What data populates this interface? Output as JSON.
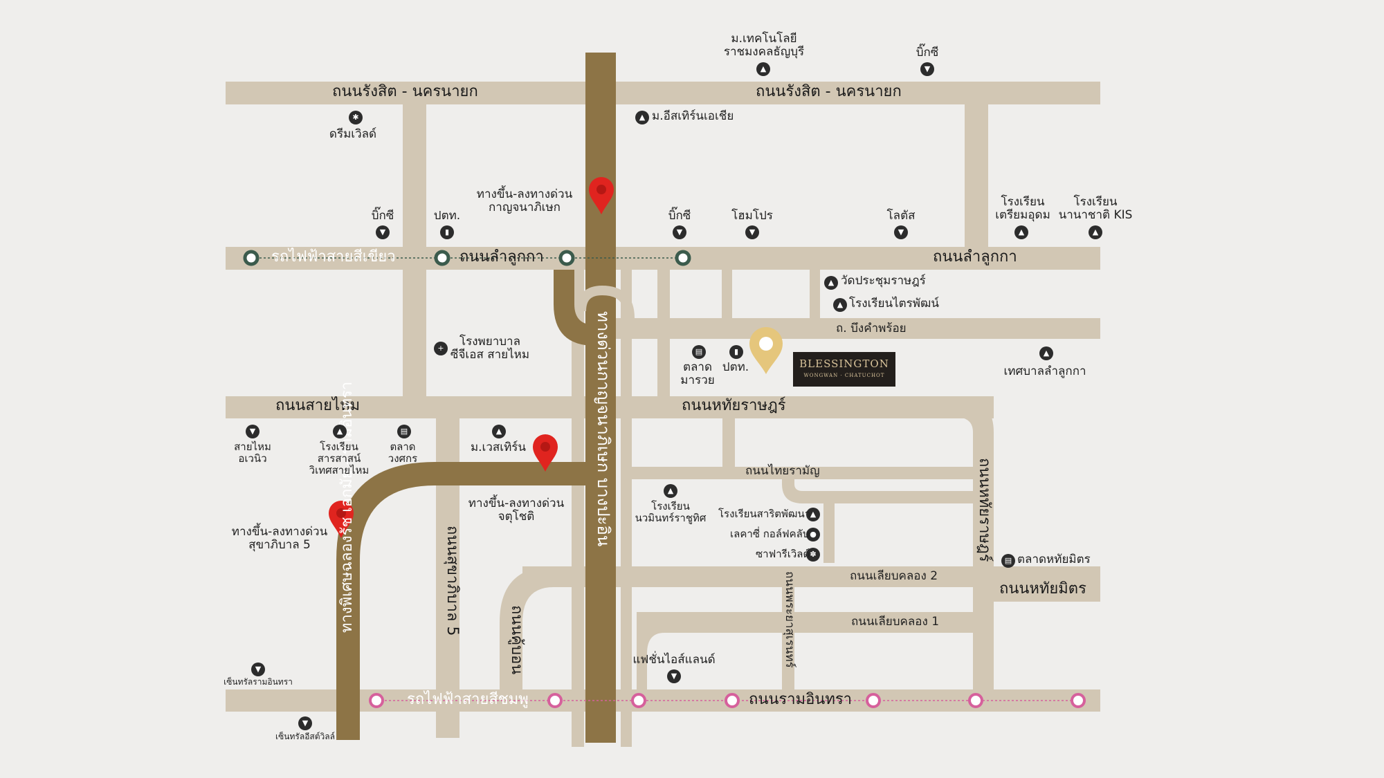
{
  "colors": {
    "background": "#efeeec",
    "road": "#d2c7b4",
    "expressway": "#8d7446",
    "green_line": "#3b5b4c",
    "pink_line": "#d6609c",
    "marker_red": "#e0241f",
    "marker_project": "#e5c67c",
    "brand_bg": "#231f1c",
    "brand_text": "#d8c39a"
  },
  "roads": {
    "rangsit_nakhonnayok_left": "ถนนรังสิต - นครนายก",
    "rangsit_nakhonnayok_right": "ถนนรังสิต - นครนายก",
    "lamlukka_left": "ถนนลำลูกกา",
    "lamlukka_right": "ถนนลำลูกกา",
    "bueng_kham_phroi": "ถ. บึงคำพร้อย",
    "sai_mai": "ถนนสายไหม",
    "hathai_rat": "ถนนหทัยราษฎร์",
    "ekkamai_ramintra": "ทางพิเศษฉลองรัช เอกมัย - รามอินทรา",
    "thai_raman": "ถนนไทยรามัญ",
    "kanchanaphisek": "ทางด่วนกาญจนาภิเษก บางปะอิน",
    "sukhaphiban_5": "ถนนสุขาภิบาล 5",
    "phahonyothin": "ถนนคู้บอน",
    "hathai_rat_vertical": "ถนนหทัยราษฎร์",
    "phraya_suren": "ถนนพระยาสุเรนทร์",
    "liap_khlong_2": "ถนนเลียบคลอง 2",
    "liap_khlong_1": "ถนนเลียบคลอง 1",
    "hathai_mit": "ถนนหทัยมิตร",
    "ram_intra": "ถนนรามอินทรา"
  },
  "transit": {
    "green_line": "รถไฟฟ้าสายสีเขียว",
    "pink_line": "รถไฟฟ้าสายสีชมพู"
  },
  "places": {
    "tech_univ": "ม.เทคโนโลยี\nราชมงคลธัญบุรี",
    "bigc_top": "บิ๊กซี",
    "east_asia": "ม.อีสเทิร์นเอเชีย",
    "dream_world": "ดรีมเวิลด์",
    "exp_kanchana": "ทางขึ้น-ลงทางด่วน\nกาญจนาภิเษก",
    "bigc_left": "บิ๊กซี",
    "ptt_left": "ปตท.",
    "bigc_mid": "บิ๊กซี",
    "homepro": "โฮมโปร",
    "lotus": "โลตัส",
    "triam_udom": "โรงเรียน\nเตรียมอุดม",
    "kis": "โรงเรียน\nนานาชาติ KIS",
    "wat_prachum": "วัดประชุมราษฎร์",
    "trai_phat": "โรงเรียนไตรพัฒน์",
    "hospital": "โรงพยาบาล\nซีจีเอส สายไหม",
    "talad_marui": "ตลาด\nมารวย",
    "ptt_mid": "ปตท.",
    "municipality": "เทศบาลลำลูกกา",
    "saimai_avenue": "สายไหม\nอเวนิว",
    "sarasas": "โรงเรียน\nสารสาสน์\nวิเทศสายไหม",
    "talad_wongsakorn": "ตลาด\nวงศกร",
    "western_univ": "ม.เวสเทิร์น",
    "exp_chatuchot": "ทางขึ้น-ลงทางด่วน\nจตุโชติ",
    "exp_sukha5": "ทางขึ้น-ลงทางด่วน\nสุขาภิบาล 5",
    "nawamin_school": "โรงเรียน\nนวมินทร์ราชูทิศ",
    "sarit_school": "โรงเรียนสาริตพัฒนา",
    "lakeside_golf": "เลคาซี่ กอล์ฟคลับ",
    "safari": "ซาฟารีเวิลด์",
    "talad_hathai_mit": "ตลาดหทัยมิตร",
    "fashion_island": "แฟชั่นไอส์แลนด์",
    "central_ramintra": "เซ็นทรัลรามอินทรา",
    "central_eastville": "เซ็นทรัลอีสต์วิลล์"
  },
  "brand": {
    "name": "BLESSINGTON",
    "sub": "WONGWAN · CHATUCHOT"
  },
  "icons": {
    "school": "graduation-cap-icon",
    "shop": "shopping-cart-icon",
    "fuel": "fuel-pump-icon",
    "market": "market-stall-icon",
    "hospital": "medical-cross-icon",
    "temple": "temple-icon",
    "golf": "golfer-icon",
    "safari": "paw-icon",
    "amusement": "ferris-wheel-icon",
    "government": "municipal-building-icon",
    "location": "map-pin-icon"
  }
}
